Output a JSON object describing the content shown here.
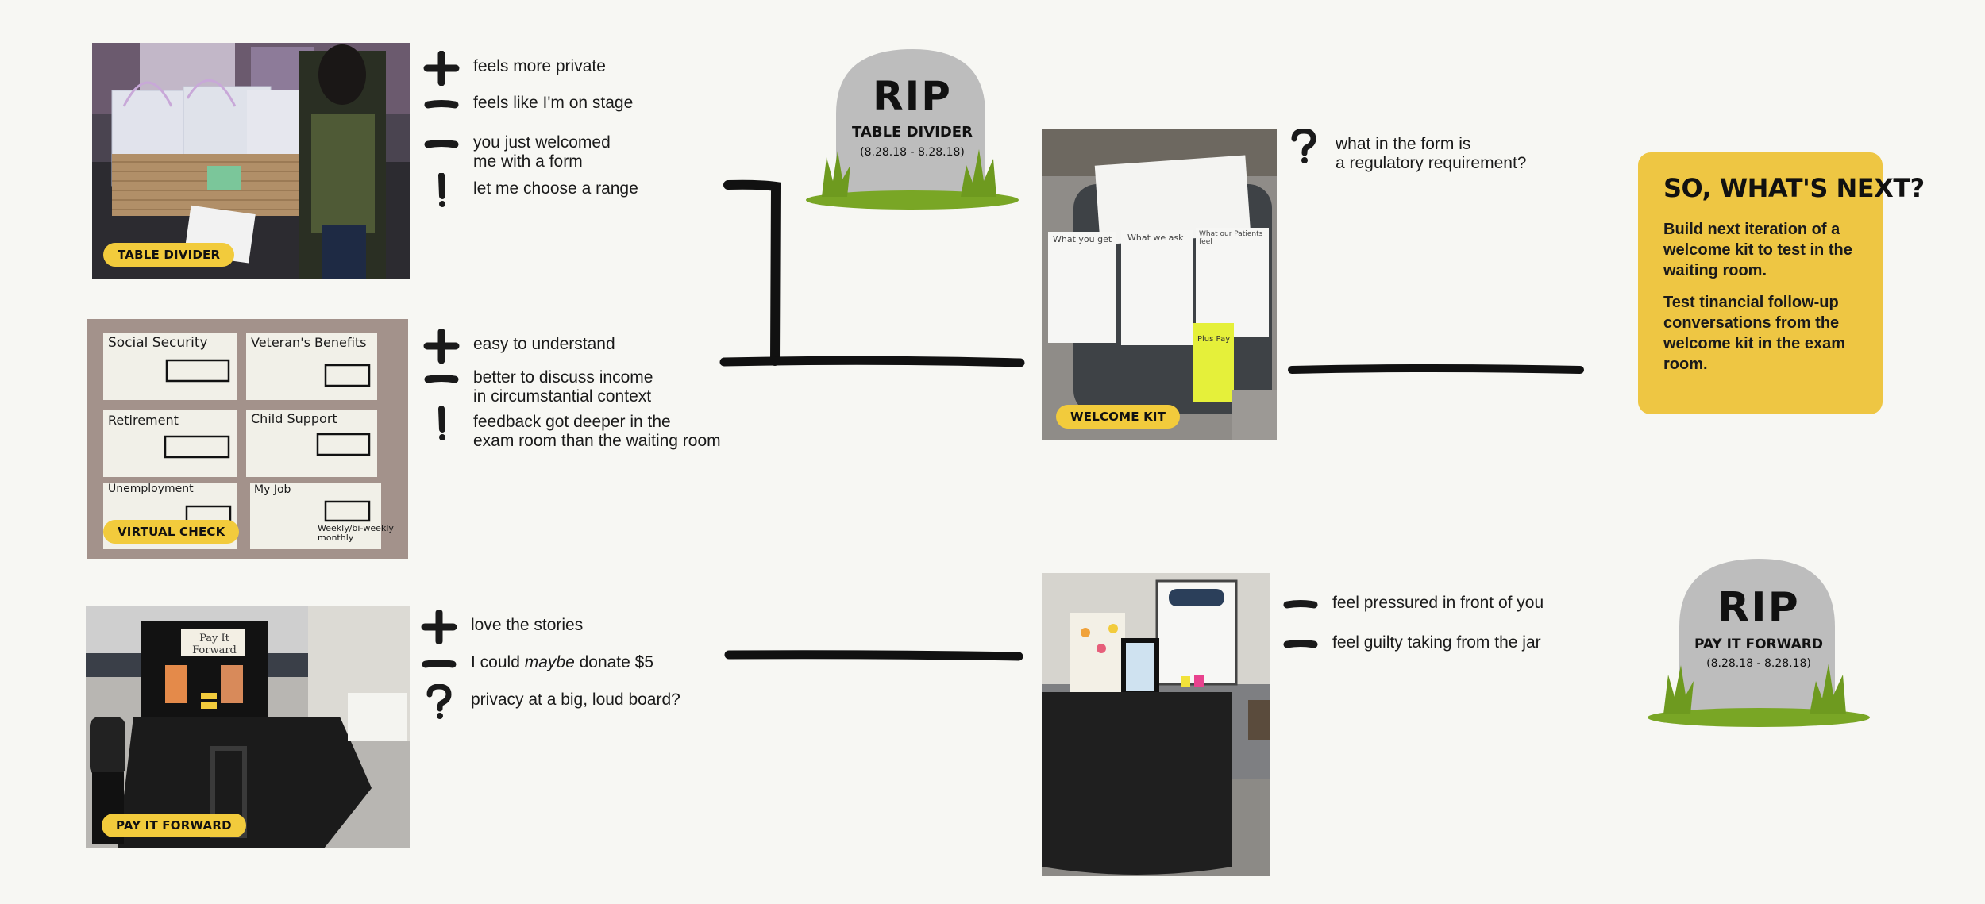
{
  "prototypes": [
    {
      "id": "table-divider",
      "label": "TABLE DIVIDER",
      "feedback": [
        {
          "symbol": "plus",
          "text": "feels more private"
        },
        {
          "symbol": "minus",
          "text": "feels like I'm on stage"
        },
        {
          "symbol": "minus",
          "text": "you just welcomed\nme with a form"
        },
        {
          "symbol": "exclaim",
          "text": "let me choose a range"
        }
      ]
    },
    {
      "id": "virtual-check",
      "label": "VIRTUAL CHECK",
      "photo_text": {
        "card1": "Social Security",
        "card2": "Veteran's Benefits",
        "card3": "Retirement",
        "card4": "Child Support",
        "card5": "Unemployment",
        "card6": "My Job",
        "card6_note": "Weekly/bi-weekly\nmonthly"
      },
      "feedback": [
        {
          "symbol": "plus",
          "text": "easy to understand"
        },
        {
          "symbol": "minus",
          "text": "better to discuss income\nin circumstantial context"
        },
        {
          "symbol": "exclaim",
          "text": "feedback got deeper in the\nexam room than the waiting room"
        }
      ]
    },
    {
      "id": "pay-it-forward",
      "label": "PAY IT FORWARD",
      "photo_text": {
        "sign": "Pay It Forward"
      },
      "feedback": [
        {
          "symbol": "plus",
          "text": "love the stories"
        },
        {
          "symbol": "minus",
          "text_before": "I could ",
          "text_em": "maybe",
          "text_after": " donate $5"
        },
        {
          "symbol": "question",
          "text": "privacy at a big, loud board?"
        }
      ]
    },
    {
      "id": "welcome-kit",
      "label": "WELCOME KIT",
      "photo_text": {
        "col1": "What you get",
        "col2": "What we ask",
        "col3": "What our Patients feel",
        "sticky": "Plus Pay"
      },
      "feedback": [
        {
          "symbol": "question",
          "text": "what in the form is\na regulatory requirement?"
        }
      ]
    },
    {
      "id": "booth",
      "label": "",
      "feedback": [
        {
          "symbol": "minus",
          "text": "feel pressured in front of you"
        },
        {
          "symbol": "minus",
          "text": "feel guilty taking from the jar"
        }
      ]
    }
  ],
  "tombstones": [
    {
      "rip": "RIP",
      "name": "TABLE DIVIDER",
      "dates": "(8.28.18 - 8.28.18)"
    },
    {
      "rip": "RIP",
      "name": "PAY IT FORWARD",
      "dates": "(8.28.18 - 8.28.18)"
    }
  ],
  "next": {
    "title": "SO, WHAT'S NEXT?",
    "items": [
      "Build next iteration of a welcome kit to test in the waiting room.",
      "Test tinancial follow-up conversations from the welcome kit in the exam room."
    ]
  },
  "colors": {
    "background": "#f7f7f3",
    "accent_yellow": "#f2cb3c",
    "card_yellow": "#eec643",
    "tomb_gray": "#bcbcbc",
    "grass_green": "#78a624",
    "ink": "#111111"
  }
}
